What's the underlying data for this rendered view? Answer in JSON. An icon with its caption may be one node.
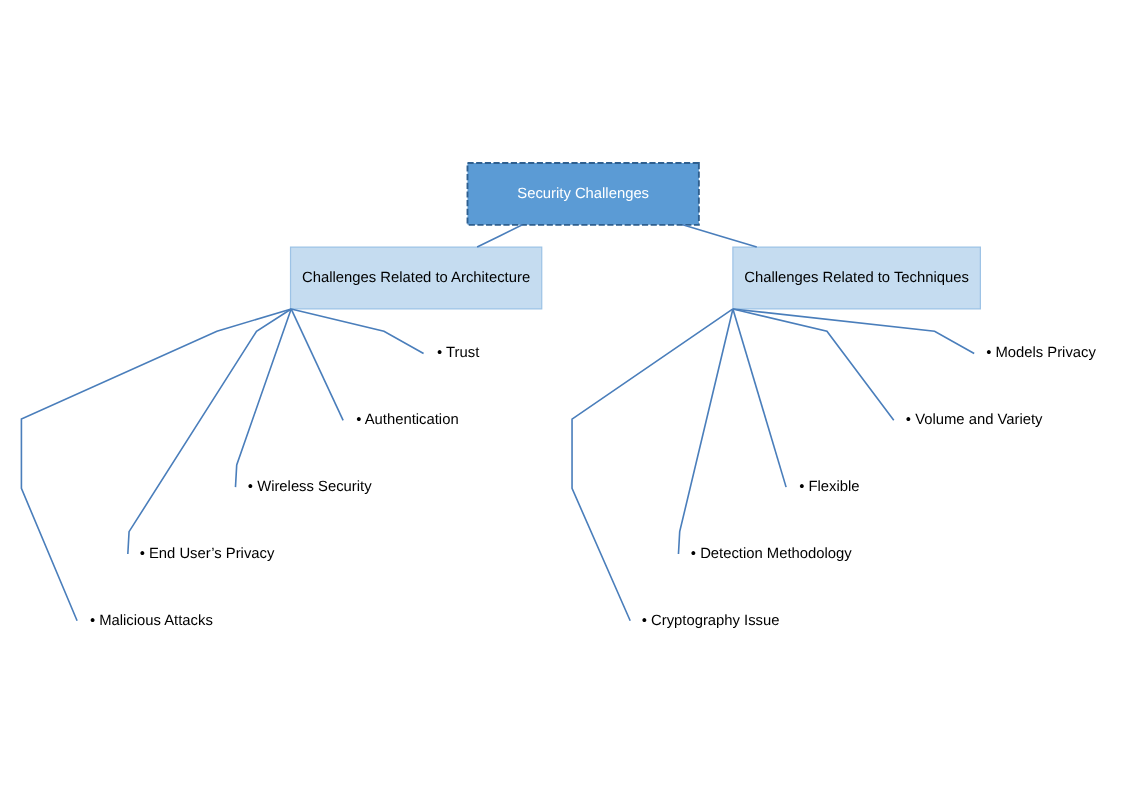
{
  "diagram": {
    "nodes": [
      {
        "text": [
          "Security Challenges"
        ]
      },
      {
        "text": [
          "Challenges Related to Architecture"
        ]
      },
      {
        "text": [
          "Challenges Related to Techniques"
        ]
      },
      {
        "text": [
          "• Trust"
        ]
      },
      {
        "text": [
          "• Authentication"
        ]
      },
      {
        "text": [
          "• Wireless Security"
        ]
      },
      {
        "text": [
          "• End User’s Privacy"
        ]
      },
      {
        "text": [
          "• Malicious Attacks"
        ]
      },
      {
        "text": [
          "• Models Privacy"
        ]
      },
      {
        "text": [
          "• Volume and Variety"
        ]
      },
      {
        "text": [
          "• Flexible"
        ]
      },
      {
        "text": [
          "• Detection Methodology"
        ]
      },
      {
        "text": [
          "• Cryptography Issue"
        ]
      }
    ],
    "edges": [
      {
        "from": 0,
        "to": 1,
        "arrow": "none"
      },
      {
        "from": 0,
        "to": 2,
        "arrow": "none"
      },
      {
        "from": 1,
        "to": 3,
        "arrow": "none"
      },
      {
        "from": 1,
        "to": 4,
        "arrow": "none"
      },
      {
        "from": 1,
        "to": 5,
        "arrow": "none"
      },
      {
        "from": 1,
        "to": 6,
        "arrow": "none"
      },
      {
        "from": 1,
        "to": 7,
        "arrow": "none"
      },
      {
        "from": 2,
        "to": 8,
        "arrow": "none"
      },
      {
        "from": 2,
        "to": 9,
        "arrow": "none"
      },
      {
        "from": 2,
        "to": 10,
        "arrow": "none"
      },
      {
        "from": 2,
        "to": 11,
        "arrow": "none"
      },
      {
        "from": 2,
        "to": 12,
        "arrow": "none"
      }
    ]
  }
}
